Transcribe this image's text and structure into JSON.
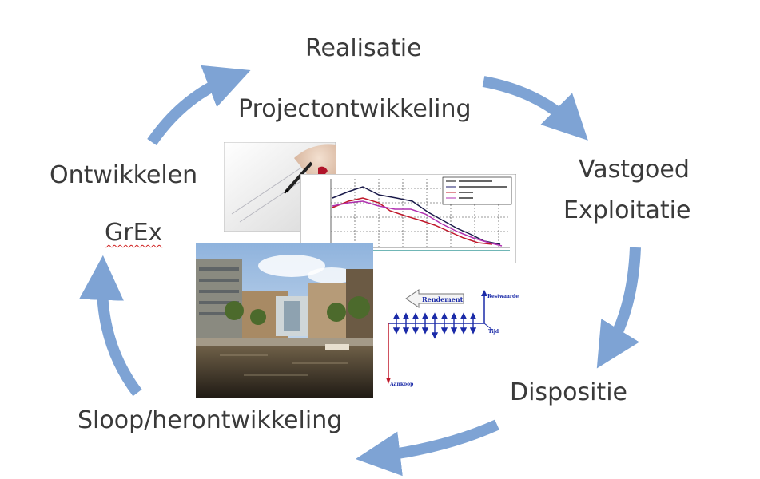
{
  "cycle": {
    "stages": {
      "realisatie": "Realisatie",
      "projectontwikkeling": "Projectontwikkeling",
      "vastgoed": "Vastgoed",
      "exploitatie": "Exploitatie",
      "dispositie": "Dispositie",
      "sloop": "Sloop/herontwikkeling",
      "ontwikkelen": "Ontwikkelen",
      "grex": "GrEx"
    },
    "arrow_color": "#7ea3d4"
  },
  "cashflow_diagram": {
    "rendement_label": "Rendement",
    "restwaarde_label": "Restwaarde",
    "tijd_label": "Tijd",
    "aankoop_label": "Aankoop",
    "inflow_color": "#1a2aa8",
    "outflow_color": "#c0182a"
  }
}
